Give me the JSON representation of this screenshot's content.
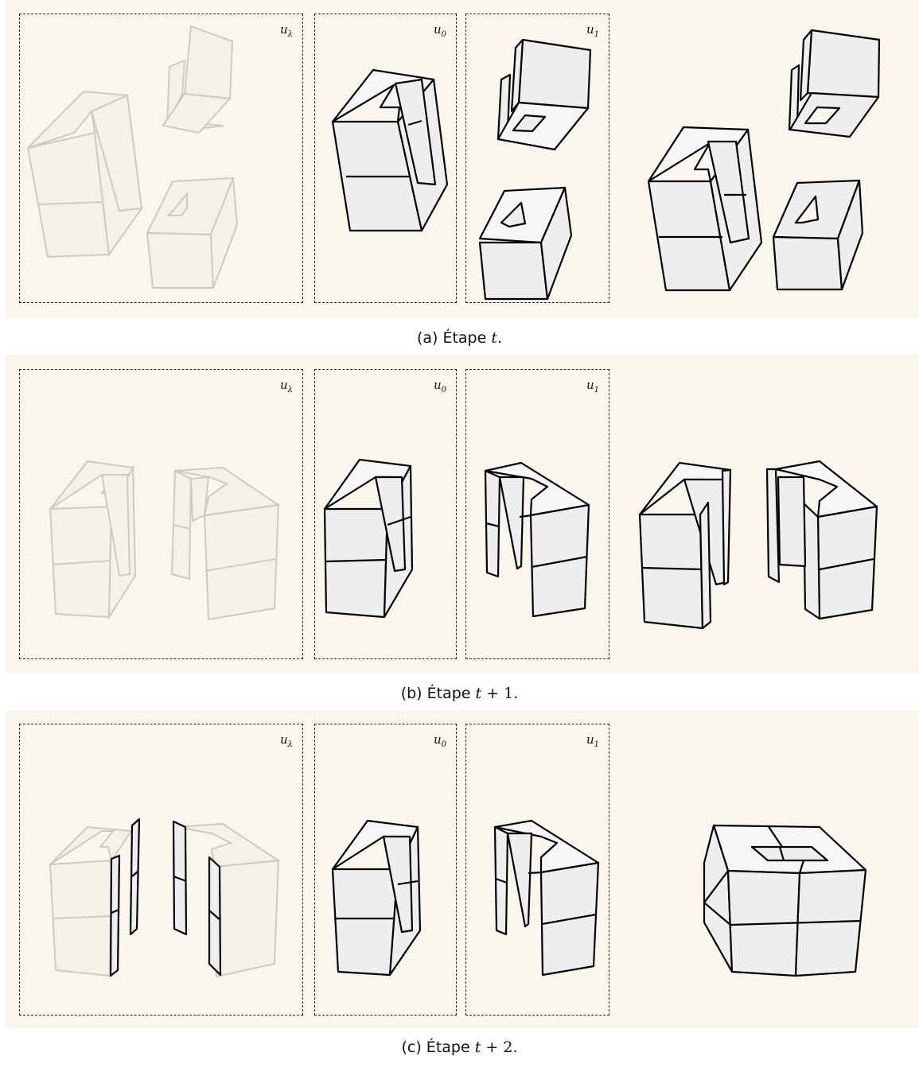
{
  "labels": {
    "u_lambda_base": "u",
    "u_lambda_sub": "λ",
    "u0_base": "u",
    "u0_sub": "0",
    "u1_base": "u",
    "u1_sub": "1"
  },
  "captions": {
    "a": {
      "prefix": "(a) Étape ",
      "math": "t",
      "suffix": "."
    },
    "b": {
      "prefix": "(b) Étape ",
      "math": "t",
      "plus": " + 1",
      "suffix": "."
    },
    "c": {
      "prefix": "(c) Étape ",
      "math": "t",
      "plus": " + 2",
      "suffix": "."
    }
  },
  "colors": {
    "panel_background": "#faf6ee",
    "highlight_fill": "#f2a55b",
    "highlight_stroke": "#f07a18",
    "ghost_stroke": "#cfc9c0"
  }
}
